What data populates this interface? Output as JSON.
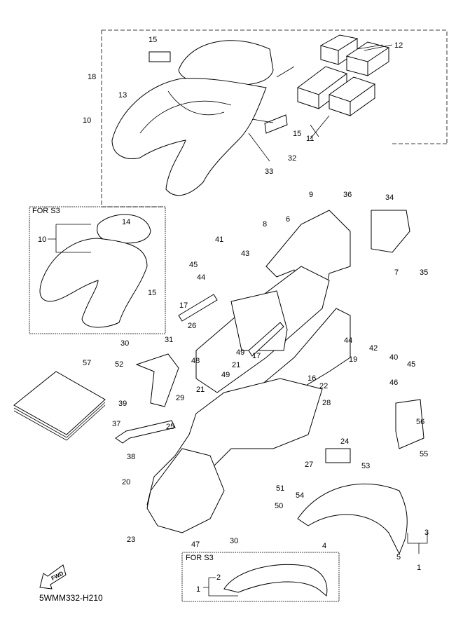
{
  "diagram": {
    "code": "5WMM332-H210",
    "fwd_label": "FWD",
    "inset_boxes": [
      {
        "title": "FOR S3",
        "callouts": [
          "14",
          "10",
          "15"
        ]
      },
      {
        "title": "FOR S3",
        "callouts": [
          "2",
          "1"
        ]
      }
    ],
    "callouts": [
      "12",
      "15",
      "18",
      "13",
      "10",
      "15",
      "11",
      "32",
      "33",
      "9",
      "36",
      "34",
      "6",
      "8",
      "41",
      "43",
      "45",
      "44",
      "7",
      "35",
      "17",
      "26",
      "30",
      "31",
      "44",
      "42",
      "40",
      "45",
      "57",
      "52",
      "48",
      "49",
      "17",
      "19",
      "21",
      "49",
      "16",
      "22",
      "28",
      "21",
      "29",
      "39",
      "46",
      "37",
      "25",
      "56",
      "24",
      "38",
      "53",
      "27",
      "55",
      "20",
      "51",
      "54",
      "50",
      "3",
      "23",
      "47",
      "30",
      "4",
      "5",
      "1"
    ]
  }
}
